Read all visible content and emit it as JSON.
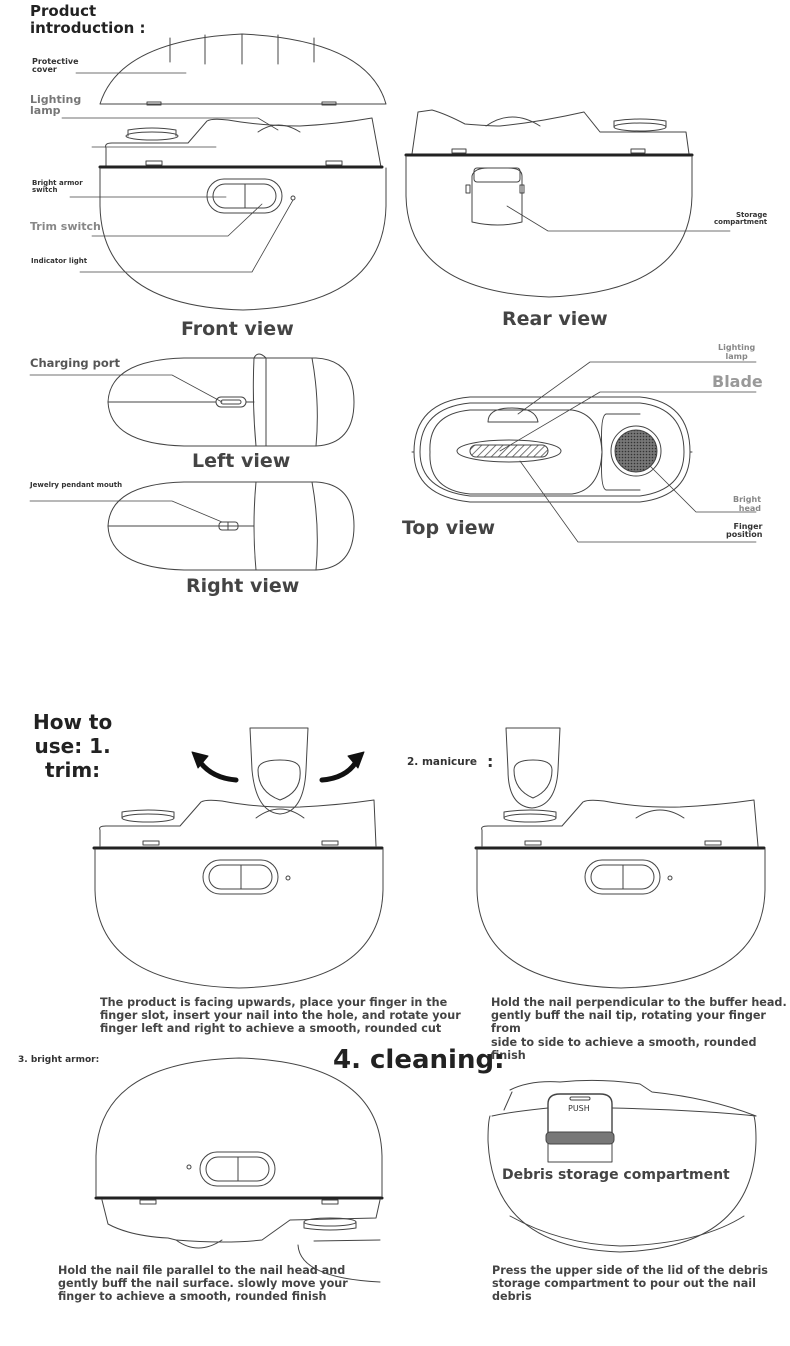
{
  "intro": {
    "title_line1": "Product",
    "title_line2": "introduction :",
    "protective_cover_1": "Protective",
    "protective_cover_2": "cover",
    "lighting_lamp_1": "Lighting",
    "lighting_lamp_2": "lamp",
    "bright_armor_switch_1": "Bright armor",
    "bright_armor_switch_2": "switch",
    "trim_switch": "Trim switch",
    "indicator_light": "Indicator light",
    "storage_compartment_1": "Storage",
    "storage_compartment_2": "compartment",
    "front_view": "Front view",
    "rear_view": "Rear view",
    "charging_port": "Charging port",
    "left_view": "Left view",
    "jewelry_pendant_mouth": "Jewelry pendant mouth",
    "right_view": "Right view",
    "top_lighting_lamp_1": "Lighting",
    "top_lighting_lamp_2": "lamp",
    "blade": "Blade",
    "bright_head_1": "Bright",
    "bright_head_2": "head",
    "finger_position_1": "Finger",
    "finger_position_2": "position",
    "top_view": "Top view"
  },
  "howto": {
    "title_line1": "How to",
    "title_line2": "use: 1.",
    "title_line3": "trim:",
    "manicure_label": "2. manicure",
    "manicure_colon": ":",
    "trim_caption_1": "The product is facing upwards, place your finger in the",
    "trim_caption_2": "finger slot, insert your nail into the hole, and rotate your",
    "trim_caption_3": "finger left and right to achieve a smooth, rounded cut",
    "manicure_caption_1": "Hold the nail perpendicular to the buffer head.",
    "manicure_caption_2": "gently buff the nail tip, rotating your finger from",
    "manicure_caption_3": "side to side to achieve a smooth, rounded finish",
    "bright_armor_label": "3. bright armor:",
    "cleaning_title": "4. cleaning:",
    "push_label": "PUSH",
    "debris_label": "Debris storage compartment",
    "bright_caption_1": "Hold the nail file parallel to the nail head and",
    "bright_caption_2": "gently buff the nail surface. slowly move your",
    "bright_caption_3": "finger to achieve a smooth, rounded finish",
    "cleaning_caption_1": "Press the upper side of the lid of the debris",
    "cleaning_caption_2": "storage compartment to pour out the nail",
    "cleaning_caption_3": "debris"
  }
}
